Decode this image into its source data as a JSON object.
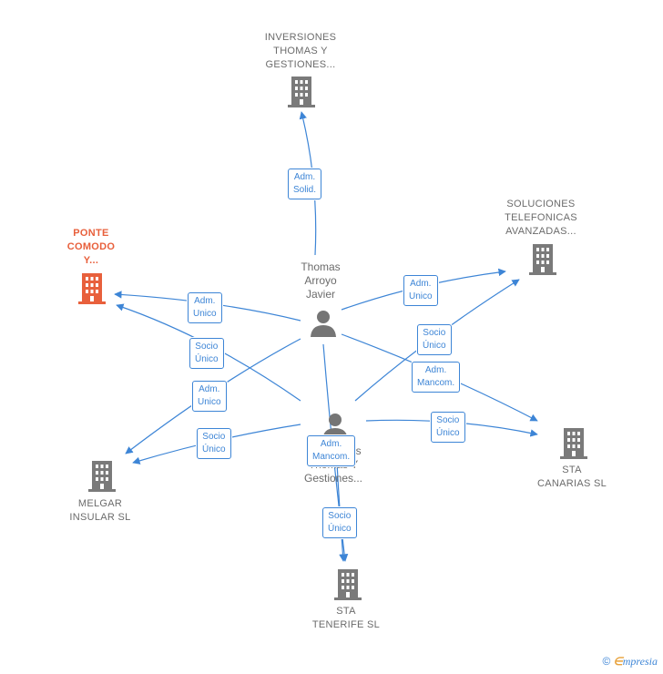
{
  "colors": {
    "edge": "#3d85d6",
    "company": "#7a7a7a",
    "focus": "#e8603c",
    "person": "#757575"
  },
  "nodes": {
    "inversiones": {
      "label": "INVERSIONES\nTHOMAS Y\nGESTIONES...",
      "icon": "building-icon"
    },
    "soluciones": {
      "label": "SOLUCIONES\nTELEFONICAS\nAVANZADAS...",
      "icon": "building-icon"
    },
    "ponte": {
      "label": "PONTE\nCOMODO\nY...",
      "icon": "building-icon"
    },
    "melgar": {
      "label": "MELGAR\nINSULAR  SL",
      "icon": "building-icon"
    },
    "sta_canarias": {
      "label": "STA\nCANARIAS  SL",
      "icon": "building-icon"
    },
    "sta_tenerife": {
      "label": "STA\nTENERIFE  SL",
      "icon": "building-icon"
    },
    "thomas": {
      "label": "Thomas\nArroyo\nJavier",
      "icon": "person-icon"
    },
    "inv_person": {
      "label": "Inversiones\nThomas Y\nGestiones...",
      "icon": "person-icon"
    }
  },
  "edges": {
    "e1": "Adm.\nSolid.",
    "e2": "Adm.\nUnico",
    "e3": "Adm.\nUnico",
    "e4": "Socio\nÚnico",
    "e5": "Adm.\nUnico",
    "e6": "Socio\nÚnico",
    "e7": "Adm.\nMancom.",
    "e8": "Socio\nÚnico",
    "e9": "Socio\nÚnico",
    "e10": "Adm.\nMancom.",
    "e11": "Socio\nÚnico"
  },
  "footer": {
    "copyright": "©",
    "brand_e": "∈",
    "brand_rest": "mpresia"
  }
}
